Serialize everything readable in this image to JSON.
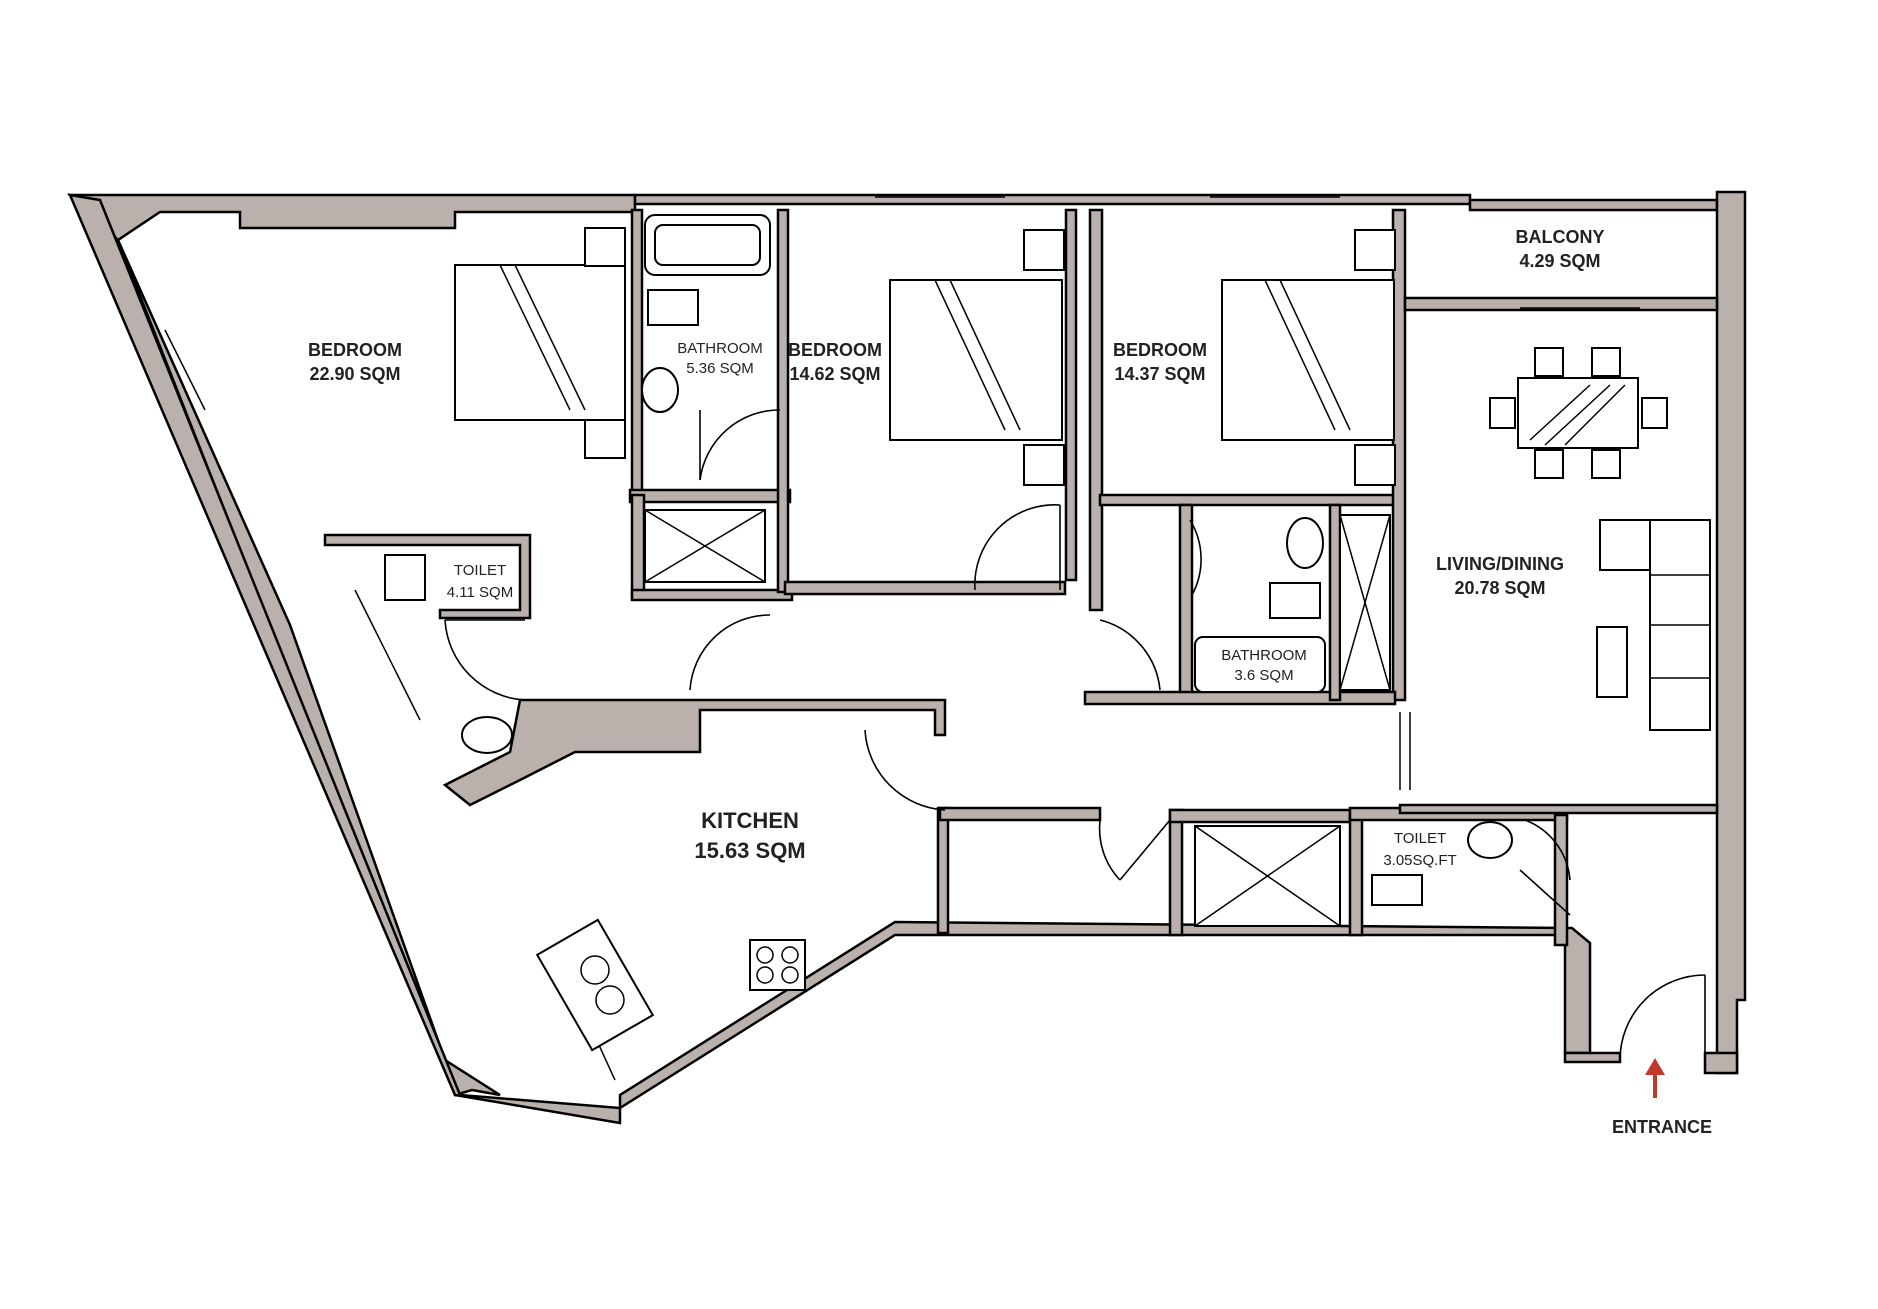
{
  "rooms": {
    "bedroom1": {
      "name": "BEDROOM",
      "area": "22.90 SQM"
    },
    "bathroom1": {
      "name": "BATHROOM",
      "area": "5.36 SQM"
    },
    "bedroom2": {
      "name": "BEDROOM",
      "area": "14.62 SQM"
    },
    "bedroom3": {
      "name": "BEDROOM",
      "area": "14.37 SQM"
    },
    "balcony": {
      "name": "BALCONY",
      "area": "4.29 SQM"
    },
    "living": {
      "name": "LIVING/DINING",
      "area": "20.78 SQM"
    },
    "toilet1": {
      "name": "TOILET",
      "area": "4.11 SQM"
    },
    "bathroom2": {
      "name": "BATHROOM",
      "area": "3.6 SQM"
    },
    "kitchen": {
      "name": "KITCHEN",
      "area": "15.63 SQM"
    },
    "toilet2": {
      "name": "TOILET",
      "area": "3.05SQ.FT"
    }
  },
  "entrance": {
    "label": "ENTRANCE",
    "arrow_color": "#c0392b"
  },
  "colors": {
    "wall": "#bab1ad",
    "line": "#000000",
    "background": "#ffffff"
  }
}
